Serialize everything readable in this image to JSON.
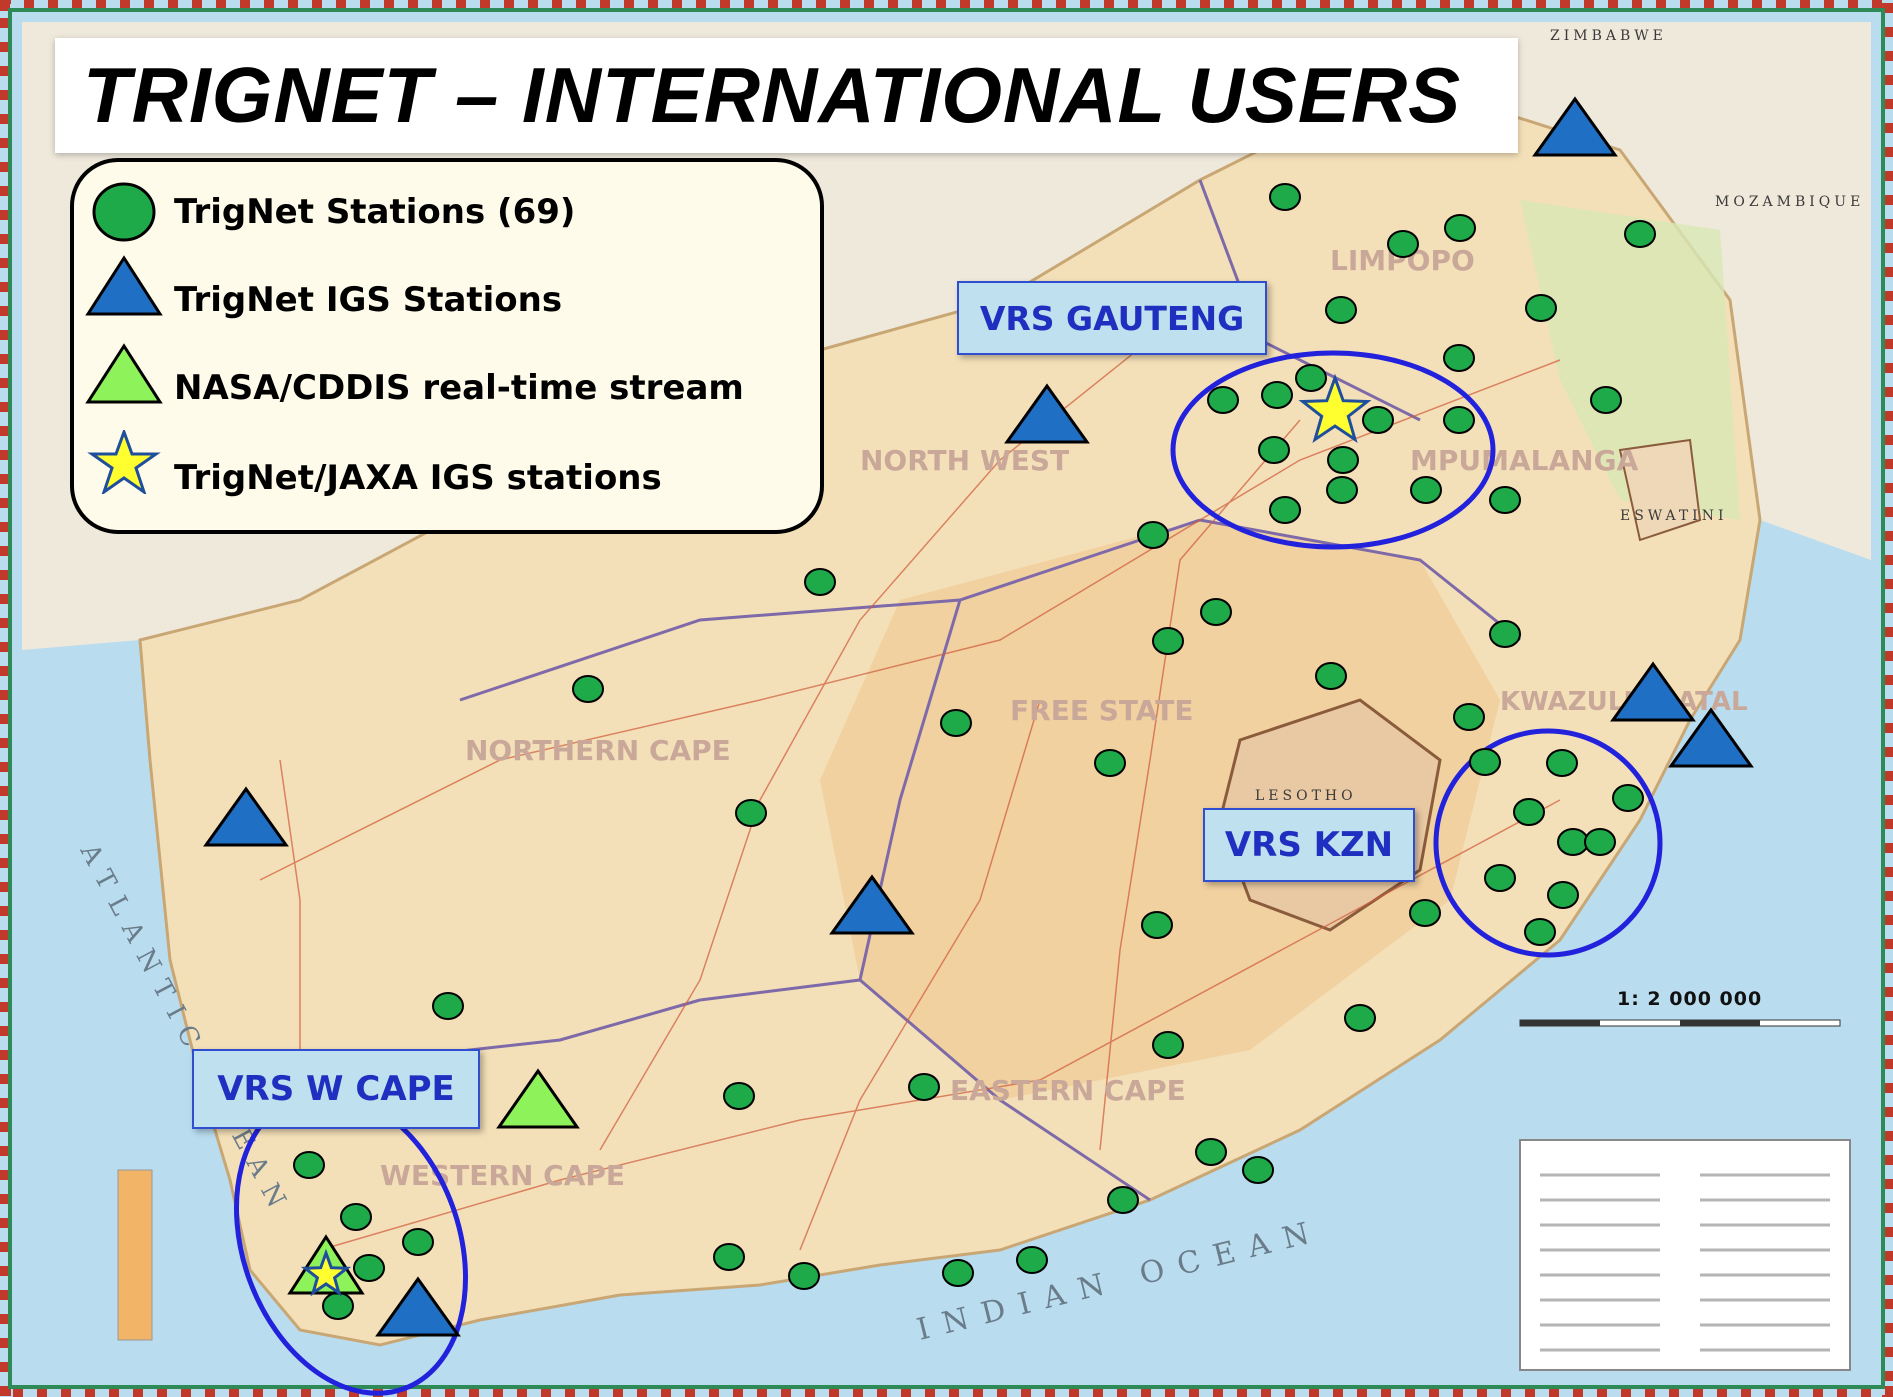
{
  "map": {
    "title": "TRIGNET – INTERNATIONAL USERS",
    "scale": "1: 2 000 000",
    "colors": {
      "ocean": "#b9dcef",
      "land": "#f4e0b8",
      "station": "#1faa4a",
      "igs": "#1f6fc4",
      "nasa": "#8ef25a",
      "jaxa_star": "#ffff30",
      "vrs_ring": "#2222dd"
    }
  },
  "legend": {
    "items": [
      {
        "icon": "green-circle-icon",
        "label": "TrigNet Stations (69)"
      },
      {
        "icon": "blue-triangle-icon",
        "label": "TrigNet IGS Stations"
      },
      {
        "icon": "green-triangle-icon",
        "label": "NASA/CDDIS real-time stream"
      },
      {
        "icon": "yellow-star-icon",
        "label": "TrigNet/JAXA IGS stations"
      }
    ]
  },
  "regions": {
    "gauteng": "VRS GAUTENG",
    "kzn": "VRS KZN",
    "wcape": "VRS W CAPE"
  },
  "basemap_labels": {
    "northern_cape": "NORTHERN CAPE",
    "north_west": "NORTH WEST",
    "free_state": "FREE STATE",
    "eastern_cape": "EASTERN CAPE",
    "western_cape": "WESTERN CAPE",
    "mpumalanga": "MPUMALANGA",
    "limpopo": "LIMPOPO",
    "kwazulu_natal": "KWAZULU-NATAL",
    "lesotho": "LESOTHO",
    "eswatini": "ESWATINI",
    "mozambique": "MOZAMBIQUE",
    "zimbabwe": "ZIMBABWE",
    "indian_ocean": "INDIAN OCEAN",
    "atlantic_ocean": "ATLANTIC OCEAN"
  }
}
